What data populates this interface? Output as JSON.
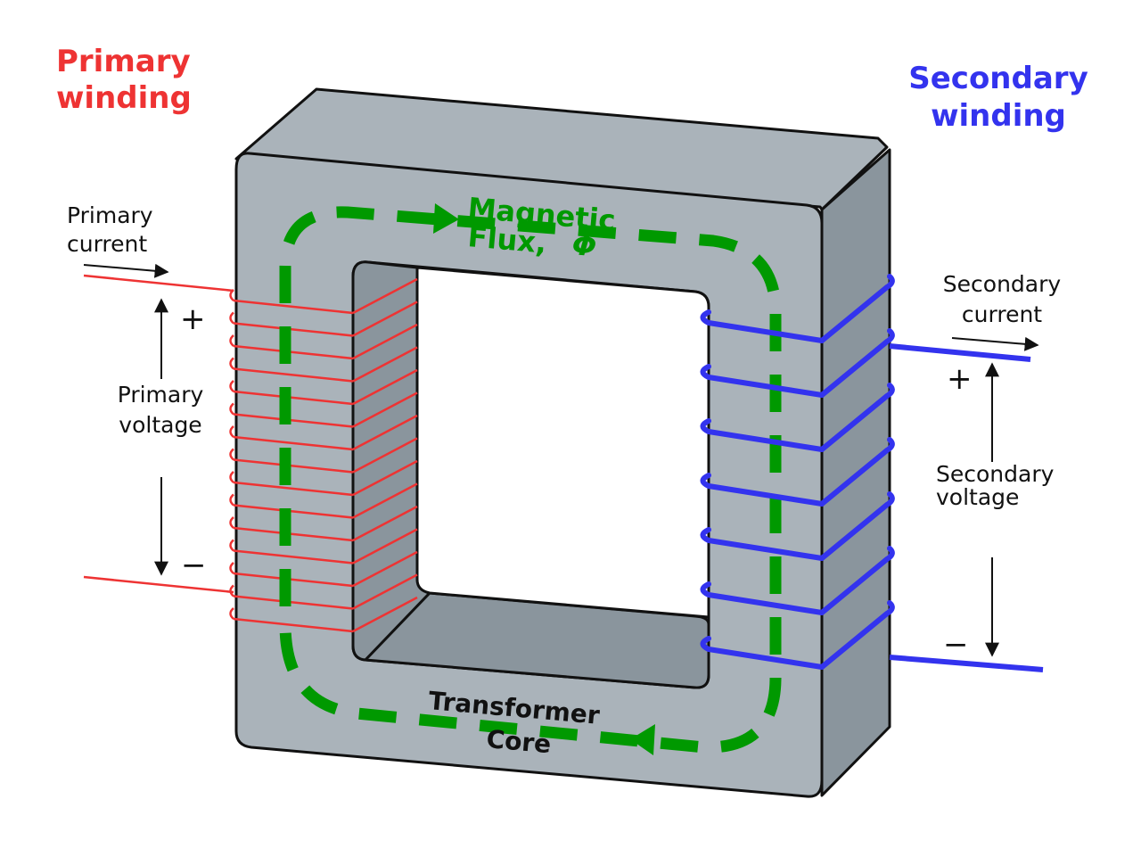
{
  "primary_winding": {
    "line1": "Primary",
    "line2": "winding"
  },
  "secondary_winding": {
    "line1": "Secondary",
    "line2": "winding"
  },
  "primary_current": {
    "line1": "Primary",
    "line2": "current"
  },
  "secondary_current": {
    "line1": "Secondary",
    "line2": "current"
  },
  "primary_voltage": {
    "line1": "Primary",
    "line2": "voltage",
    "plus": "+",
    "minus": "−"
  },
  "secondary_voltage": {
    "line1": "Secondary",
    "line2": "voltage",
    "plus": "+",
    "minus": "−"
  },
  "flux": {
    "line1": "Magnetic",
    "line2": "Flux,",
    "symbol": "Φ"
  },
  "core": {
    "line1": "Transformer",
    "line2": "Core"
  },
  "colors": {
    "primary": "#ee3333",
    "secondary": "#3333ee",
    "flux": "#009900",
    "core_front": "#aab3ba",
    "core_side": "#8a959d",
    "outline": "#111111"
  }
}
